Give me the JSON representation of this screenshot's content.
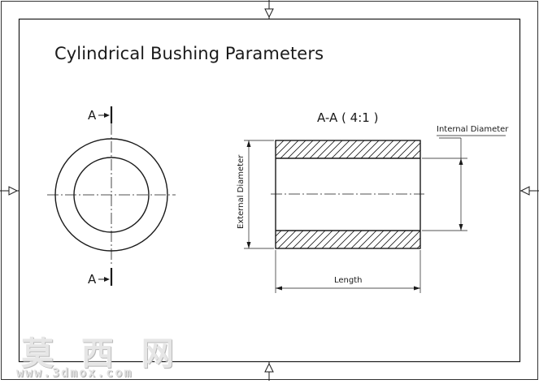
{
  "drawing": {
    "title": "Cylindrical Bushing Parameters",
    "section_label": "A-A ( 4:1 )",
    "cut_label_top": "A",
    "cut_label_bottom": "A",
    "dimensions": {
      "internal_diameter": "Internal Diameter",
      "external_diameter": "External Diameter",
      "length": "Length"
    }
  },
  "watermark": {
    "brand": "莫 西 网",
    "url": "www.3dmox.com"
  },
  "colors": {
    "line": "#1a1a1a",
    "background": "#ffffff"
  }
}
